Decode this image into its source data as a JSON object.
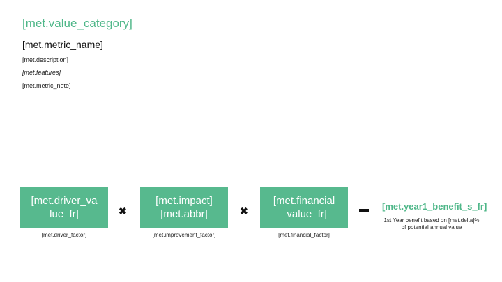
{
  "header": {
    "value_category": "[met.value_category]",
    "metric_name": "[met.metric_name]",
    "description": "[met.description]",
    "features": "[met.features]",
    "metric_note": "[met.metric_note]"
  },
  "formula": {
    "driver": {
      "value": "[met.driver_va\nlue_fr]",
      "factor": "[met.driver_factor]"
    },
    "impact": {
      "value": "[met.impact]\n[met.abbr]",
      "factor": "[met.improvement_factor]"
    },
    "financial": {
      "value": "[met.financial\n_value_fr]",
      "factor": "[met.financial_factor]"
    },
    "operator_times": "✖",
    "result": {
      "value": "[met.year1_benefit_s_fr]",
      "description": "1st Year benefit based on [met.delta]% of potential annual value"
    }
  },
  "colors": {
    "accent": "#57b98e",
    "accent_text": "#4fb789"
  }
}
